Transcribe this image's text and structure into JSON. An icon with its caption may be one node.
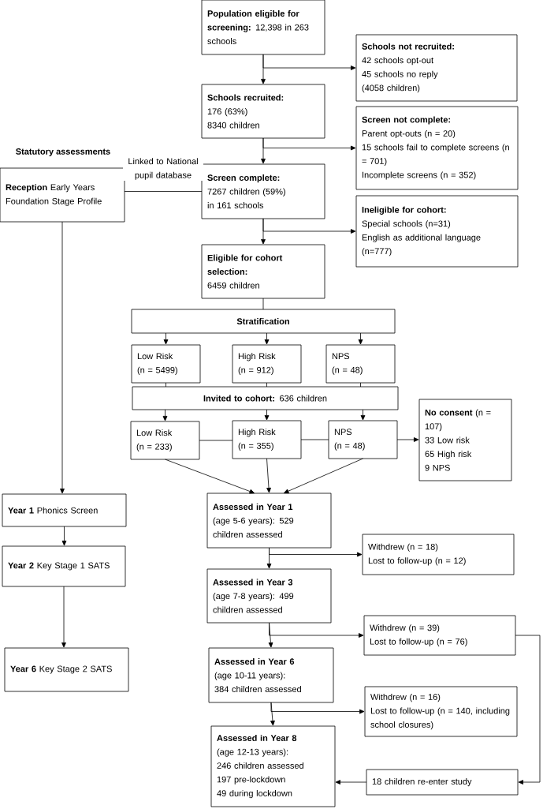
{
  "diagram": {
    "nodes": [
      {
        "text": [
          "**Population eligible for screening:** 12,398 in 263 schools"
        ]
      },
      {
        "text": [
          "Schools not recruited:",
          "42 schools opt-out",
          "45 schools no reply",
          "(4058 children)"
        ]
      },
      {
        "text": [
          "Schools recruited:",
          "176 (63%)",
          "8340 children"
        ]
      },
      {
        "text": [
          "Screen not complete:",
          "Parent opt-outs (n = 20)",
          "15 schools fail to complete screens (n = 701)",
          "Incomplete screens (n = 352)"
        ]
      },
      {
        "text": [
          "**Reception** Early Years Foundation Stage Profile"
        ]
      },
      {
        "text": [
          "Screen complete:",
          "7267 children (59%)",
          "in 161 schools"
        ]
      },
      {
        "text": [
          "Ineligible for cohort:",
          "Special schools (n=31)",
          "English as additional language (n=777)"
        ]
      },
      {
        "text": [
          "Eligible for cohort selection:",
          "6459 children"
        ]
      },
      {
        "text": [
          "Stratification"
        ]
      },
      {
        "text": [
          "Low Risk",
          "(n = 5499)"
        ]
      },
      {
        "text": [
          "High Risk",
          "(n = 912)"
        ]
      },
      {
        "text": [
          "NPS",
          "(n = 48)"
        ]
      },
      {
        "text": [
          "**Invited to cohort:** 636 children"
        ]
      },
      {
        "text": [
          "Low Risk",
          "(n = 233)"
        ]
      },
      {
        "text": [
          "High Risk",
          "(n = 355)"
        ]
      },
      {
        "text": [
          "NPS",
          "(n = 48)"
        ]
      },
      {
        "text": [
          "**No consent** (n = 107)",
          "33 Low risk",
          "65 High risk",
          "9 NPS"
        ]
      },
      {
        "text": [
          "**Year 1** Phonics Screen"
        ]
      },
      {
        "text": [
          "Assessed in Year 1",
          "(age 5-6 years): 529 children assessed"
        ]
      },
      {
        "text": [
          "Withdrew (n = 18)",
          "Lost to follow-up (n = 12)"
        ]
      },
      {
        "text": [
          "**Year 2** Key Stage 1 SATS"
        ]
      },
      {
        "text": [
          "Assessed in Year 3",
          "(age 7-8 years): 499 children assessed"
        ]
      },
      {
        "text": [
          "Withdrew (n = 39)",
          "Lost to follow-up (n = 76)"
        ]
      },
      {
        "text": [
          "**Year 6** Key Stage 2 SATS"
        ]
      },
      {
        "text": [
          "Assessed in Year 6",
          "(age 10-11 years):",
          "384 children assessed"
        ]
      },
      {
        "text": [
          "Withdrew (n = 16)",
          "Lost to follow-up (n = 140, including school closures)"
        ]
      },
      {
        "text": [
          "Assessed in Year 8",
          "(age 12-13 years):",
          "246 children assessed",
          "197 pre-lockdown",
          "49 during lockdown"
        ]
      },
      {
        "text": [
          "18 children re-enter study"
        ]
      }
    ],
    "edges": [
      {
        "from": 0,
        "to": 2,
        "arrow": "to"
      },
      {
        "from": 0,
        "to": 1,
        "arrow": "to"
      },
      {
        "from": 2,
        "to": 5,
        "arrow": "to"
      },
      {
        "from": 2,
        "to": 3,
        "arrow": "to"
      },
      {
        "from": 4,
        "to": 5,
        "arrow": "none",
        "label": "Linked to National pupil database"
      },
      {
        "from": 5,
        "to": 7,
        "arrow": "to"
      },
      {
        "from": 5,
        "to": 6,
        "arrow": "to"
      },
      {
        "from": 7,
        "to": 8,
        "arrow": "none"
      },
      {
        "from": 8,
        "to": 9,
        "arrow": "to"
      },
      {
        "from": 8,
        "to": 10,
        "arrow": "to"
      },
      {
        "from": 8,
        "to": 11,
        "arrow": "to"
      },
      {
        "from": 9,
        "to": 12,
        "arrow": "none"
      },
      {
        "from": 10,
        "to": 12,
        "arrow": "none"
      },
      {
        "from": 11,
        "to": 12,
        "arrow": "none"
      },
      {
        "from": 12,
        "to": 13,
        "arrow": "to"
      },
      {
        "from": 12,
        "to": 14,
        "arrow": "to"
      },
      {
        "from": 12,
        "to": 15,
        "arrow": "to"
      },
      {
        "from": 13,
        "to": 14,
        "arrow": "none"
      },
      {
        "from": 14,
        "to": 15,
        "arrow": "none"
      },
      {
        "from": 15,
        "to": 16,
        "arrow": "to"
      },
      {
        "from": 13,
        "to": 18,
        "arrow": "to"
      },
      {
        "from": 14,
        "to": 18,
        "arrow": "to"
      },
      {
        "from": 15,
        "to": 18,
        "arrow": "to"
      },
      {
        "from": 4,
        "to": 17,
        "arrow": "to"
      },
      {
        "from": 17,
        "to": 20,
        "arrow": "to"
      },
      {
        "from": 20,
        "to": 23,
        "arrow": "to"
      },
      {
        "from": 18,
        "to": 21,
        "arrow": "to"
      },
      {
        "from": 18,
        "to": 19,
        "arrow": "to"
      },
      {
        "from": 21,
        "to": 24,
        "arrow": "to"
      },
      {
        "from": 21,
        "to": 22,
        "arrow": "to"
      },
      {
        "from": 24,
        "to": 26,
        "arrow": "to"
      },
      {
        "from": 24,
        "to": 25,
        "arrow": "to"
      },
      {
        "from": 22,
        "to": 27,
        "arrow": "to"
      },
      {
        "from": 27,
        "to": 26,
        "arrow": "to"
      }
    ],
    "labels": [
      "Statutory assessments"
    ]
  }
}
